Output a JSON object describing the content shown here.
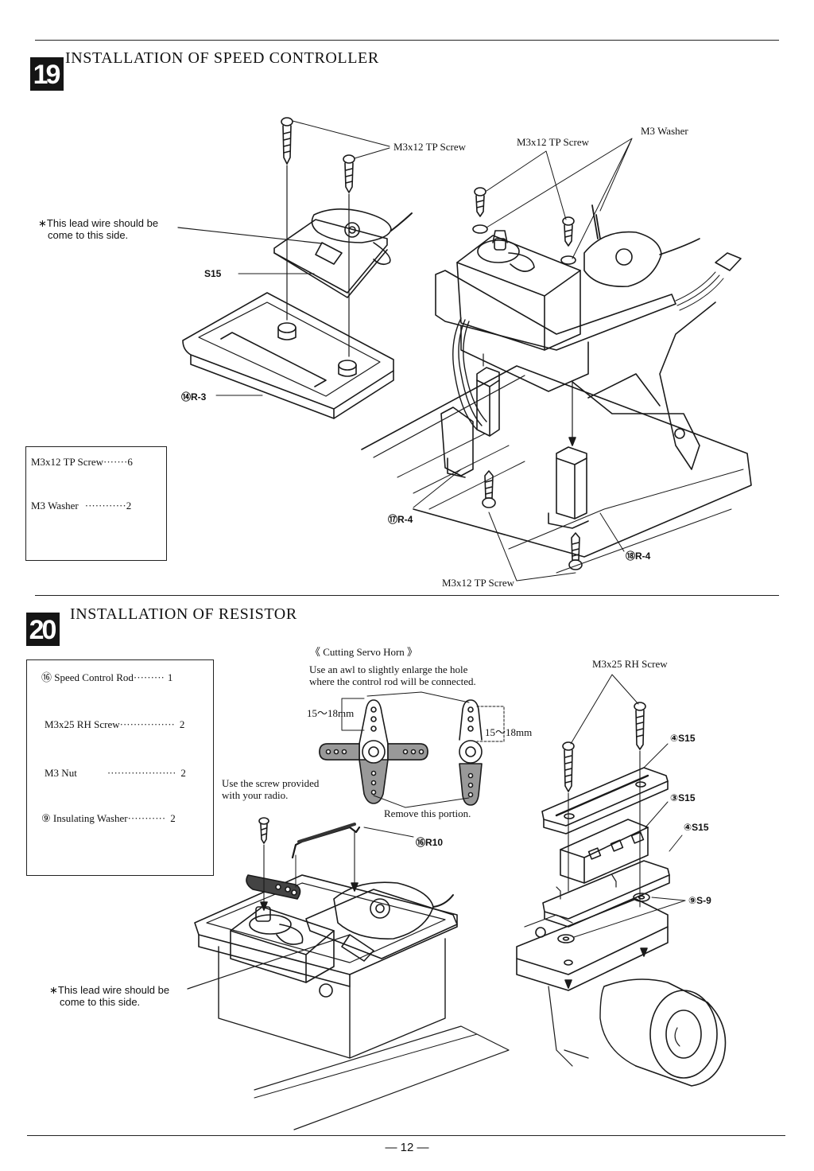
{
  "step19": {
    "number": "19",
    "title": "INSTALLATION OF SPEED CONTROLLER",
    "label_screw_a": "M3x12 TP Screw",
    "label_screw_b": "M3x12 TP Screw",
    "label_washer": "M3 Washer",
    "label_screw_c": "M3x12 TP Screw",
    "note_line1": "∗This lead wire should be",
    "note_line2": "come to this side.",
    "part_s15": "⑝S15",
    "part_r3": "⑭R-3",
    "part_r4a": "⑰R-4",
    "part_r4b": "⑱R-4",
    "parts_box": {
      "row1_name": "M3x12 TP Screw",
      "row1_dots": "·······",
      "row1_qty": "6",
      "row2_name": "M3 Washer",
      "row2_dots": "············",
      "row2_qty": "2"
    }
  },
  "step20": {
    "number": "20",
    "title": "INSTALLATION OF RESISTOR",
    "cutting_title": "《 Cutting Servo Horn 》",
    "cutting_line1": "Use an awl to slightly enlarge the hole",
    "cutting_line2": "where the control rod will be connected.",
    "dim1": "15〜18mm",
    "dim2": "15〜18mm",
    "remove_label": "Remove this portion.",
    "screw_note_line1": "Use the screw provided",
    "screw_note_line2": "with your radio.",
    "part_r10": "⑯R10",
    "label_rh_screw": "M3x25 RH Screw",
    "part_s15_top": "④S15",
    "part_s15_mid": "③S15",
    "part_s15_bot": "④S15",
    "part_s9": "⑨S-9",
    "note_line1": "∗This lead wire should be",
    "note_line2": "come to this side.",
    "parts_box": {
      "row1_name": "⑯ Speed Control Rod",
      "row1_dots": "·········",
      "row1_qty": "1",
      "row2_name": "M3x25 RH Screw",
      "row2_dots": "················",
      "row2_qty": "2",
      "row3_name": "M3 Nut",
      "row3_dots": "····················",
      "row3_qty": "2",
      "row4_name": "⑨ Insulating Washer",
      "row4_dots": "···········",
      "row4_qty": "2"
    }
  },
  "page_number": "— 12 —"
}
